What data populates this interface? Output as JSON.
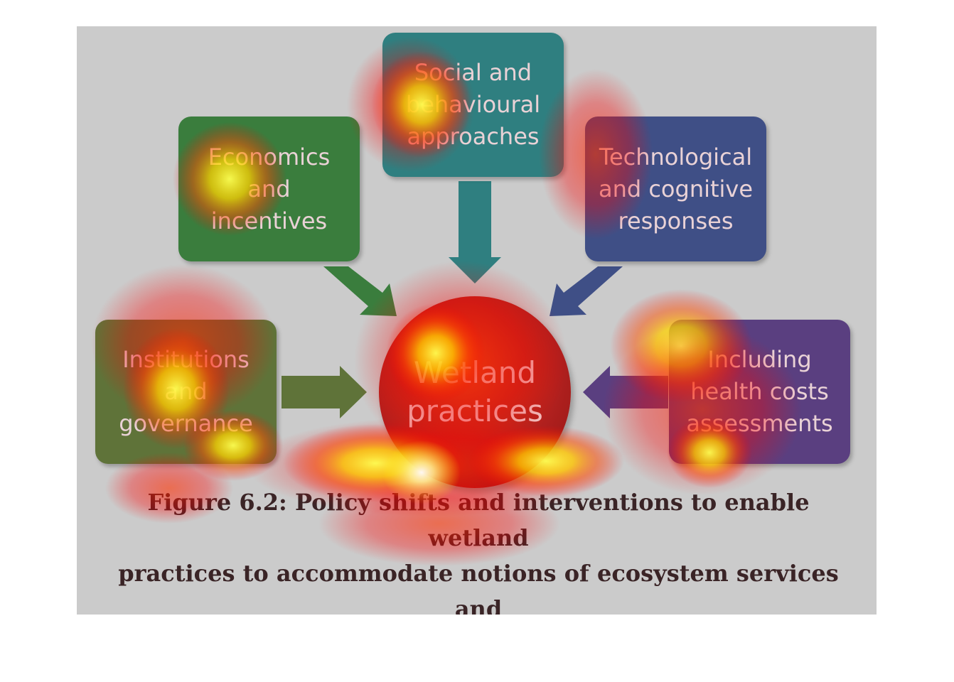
{
  "diagram": {
    "center": {
      "label": "Wetland\npractices",
      "color": "#b0201e"
    },
    "nodes": [
      {
        "id": "social",
        "label": "Social and\nbehavioural\napproaches",
        "color": "#2f7f80"
      },
      {
        "id": "economics",
        "label": "Economics\nand\nincentives",
        "color": "#3a7d3d"
      },
      {
        "id": "technological",
        "label": "Technological\nand cognitive\nresponses",
        "color": "#3f4f86"
      },
      {
        "id": "institutions",
        "label": "Institutions\nand\ngovernance",
        "color": "#5f7339"
      },
      {
        "id": "health",
        "label": "Including\nhealth costs\nassessments",
        "color": "#5a3f80"
      }
    ]
  },
  "caption": "Figure 6.2: Policy shifts and interventions to enable wetland\npractices to accommodate notions of ecosystem services and\nhuman health",
  "heatmap": {
    "colors": {
      "hot": "#ffff40",
      "mid": "#ff6a00",
      "cool": "#ff0000"
    }
  }
}
